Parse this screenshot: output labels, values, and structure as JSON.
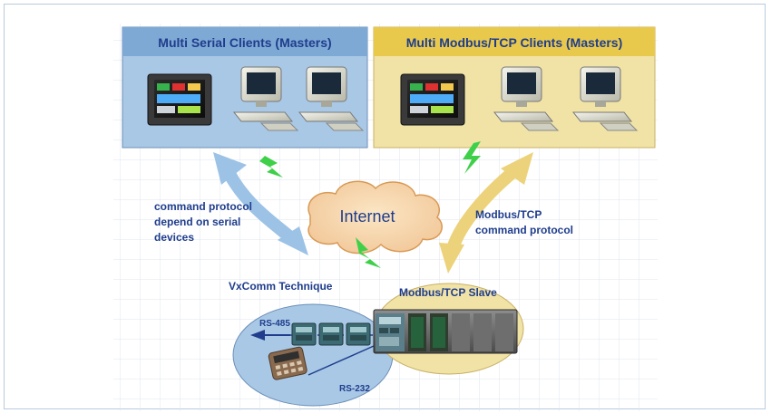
{
  "serial_panel": {
    "title": "Multi Serial Clients (Masters)",
    "fill": "#a9c8e6",
    "title_fill": "#7fa9d5"
  },
  "tcp_panel": {
    "title": "Multi Modbus/TCP Clients (Masters)",
    "fill": "#f1e3a6",
    "title_fill": "#e9c94c"
  },
  "cloud_label": "Internet",
  "left_note": [
    "command protocol",
    "depend on serial",
    "devices"
  ],
  "right_note": [
    "Modbus/TCP",
    "command protocol"
  ],
  "vxcomm_label": "VxComm Technique",
  "slave_label": "Modbus/TCP Slave",
  "rs485_label": "RS-485",
  "rs232_label": "RS-232",
  "icons": [
    "touch-panel-icon",
    "desktop-computer-icon",
    "lightning-icon",
    "io-module-icon",
    "plc-rack-icon",
    "keypad-terminal-icon"
  ],
  "colors": {
    "text_blue": "#1f3d8c",
    "arrow_blue": "#9cc2e6",
    "arrow_gold": "#ecd27a",
    "bolt_green": "#3fd04a",
    "grid": "#dfe6ee",
    "ellipse_blue": "#a9c8e6",
    "ellipse_gold": "#f1e3a6"
  }
}
